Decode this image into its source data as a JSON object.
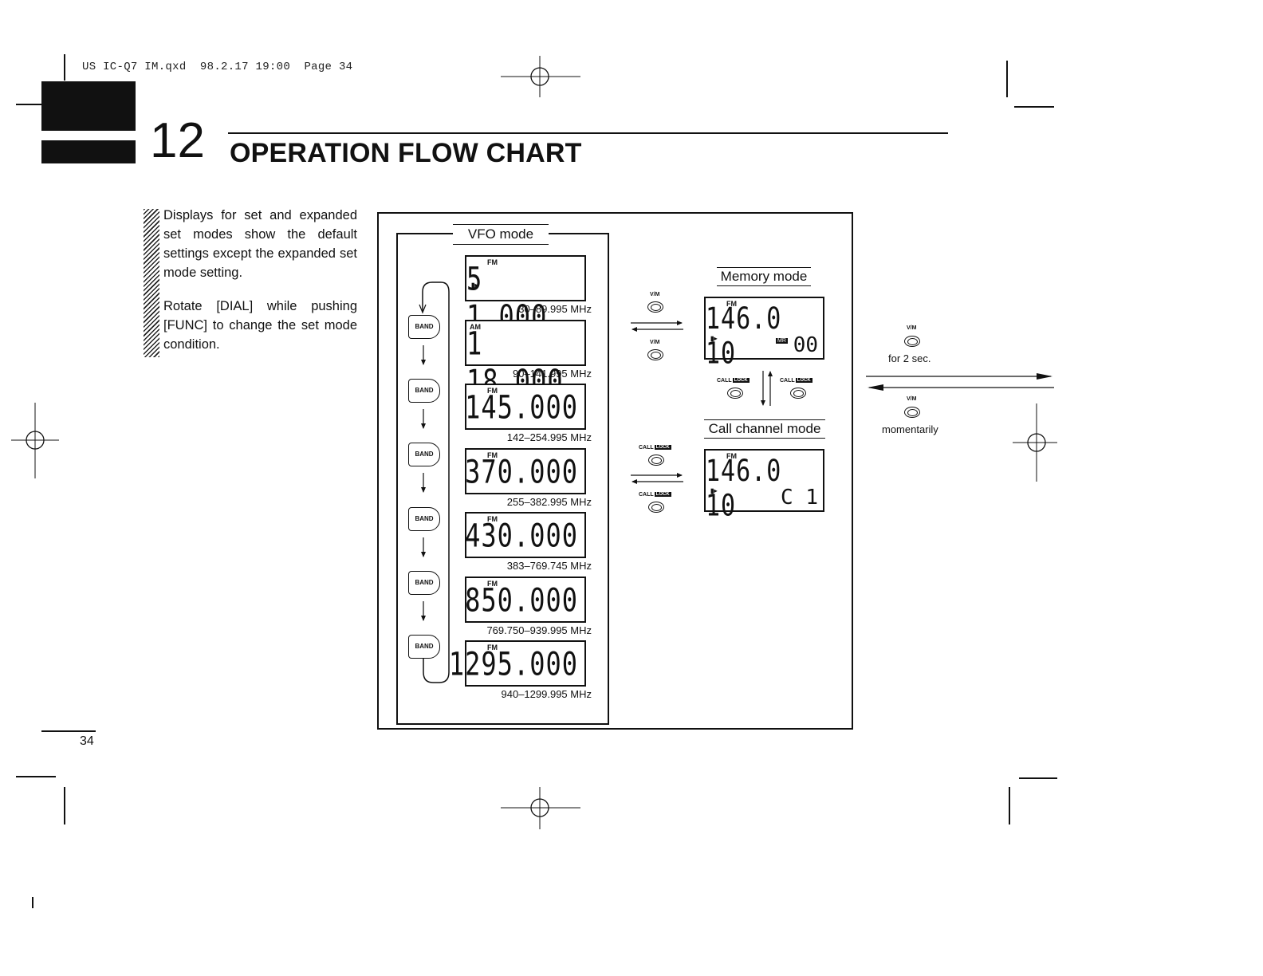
{
  "header_meta": "US IC-Q7 IM.qxd  98.2.17 19:00  Page 34",
  "chapter": {
    "number": "12",
    "title": "OPERATION FLOW CHART"
  },
  "note": {
    "p1": "Displays for set and expanded set modes show the default settings except the expanded set mode setting.",
    "p2": "Rotate [DIAL] while pushing [FUNC] to change the set mode condition."
  },
  "page_number": "34",
  "vfo": {
    "label": "VFO mode",
    "band_label": "BAND",
    "sig_label": "▮▸",
    "displays": [
      {
        "mode": "FM",
        "digits": "5 1.000",
        "range": "30–89.995 MHz"
      },
      {
        "mode": "AM",
        "digits": "1 18.000",
        "range": "90–141.995 MHz"
      },
      {
        "mode": "FM",
        "digits": "145.000",
        "range": "142–254.995 MHz"
      },
      {
        "mode": "FM",
        "digits": "370.000",
        "range": "255–382.995 MHz"
      },
      {
        "mode": "FM",
        "digits": "430.000",
        "range": "383–769.745 MHz"
      },
      {
        "mode": "FM",
        "digits": "850.000",
        "range": "769.750–939.995 MHz"
      },
      {
        "mode": "FM",
        "digits": "1295.000",
        "range": "940–1299.995 MHz"
      }
    ]
  },
  "memory": {
    "label": "Memory mode",
    "mode": "FM",
    "digits": "146.0 10",
    "channel": "00",
    "mr": "MR",
    "sig": "▮▸"
  },
  "call": {
    "label": "Call channel mode",
    "mode": "FM",
    "digits": "146.0 10",
    "channel": "C 1",
    "sig": "▮▸"
  },
  "keys": {
    "vm": "V/M",
    "call": "CALL",
    "lock": "LOCK"
  },
  "right_panel": {
    "hold": "for 2 sec.",
    "momentary": "momentarily"
  }
}
